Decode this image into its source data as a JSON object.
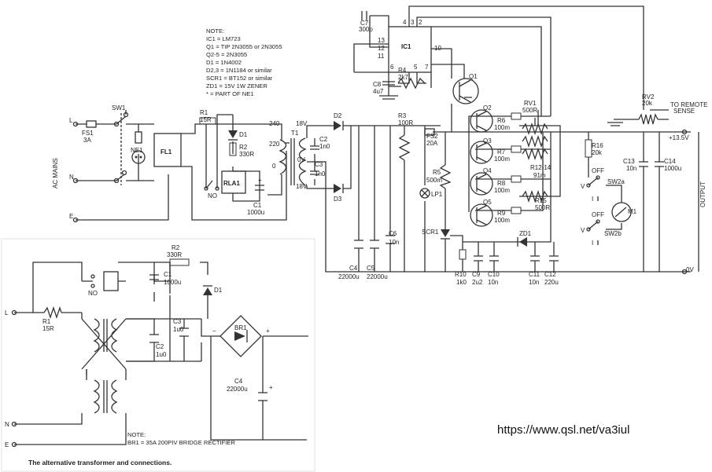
{
  "note_main": {
    "title": "NOTE:",
    "lines": [
      "IC1 = LM723",
      "Q1 = TIP 2N3055 or 2N3055",
      "Q2-5 = 2N3055",
      "D1 = 1N4002",
      "D2,3 = 1N1184 or similar",
      "SCR1 = BT152 or similar",
      "ZD1 = 15V 1W ZENER",
      "* = PART OF NE1"
    ]
  },
  "note_alt": {
    "title": "NOTE:",
    "line": "BR1 = 35A 200PIV BRIDGE RECTIFIER"
  },
  "caption": "The alternative transformer and connections.",
  "url": "https://www.qsl.net/va3iul",
  "labels": {
    "ac_mains": "AC MAINS",
    "output": "OUTPUT",
    "to_remote_sense_1": "TO REMOTE",
    "to_remote_sense_2": "SENSE",
    "plus_13v5": "+13.5V",
    "zero_v": "0V",
    "zero_v_t1": "0V",
    "v240": "240",
    "v18_top": "18V",
    "v18_bot": "18V",
    "v220": "220",
    "t_0": "0",
    "L_main": "L",
    "N_main": "N",
    "E_main": "E",
    "L_alt": "L",
    "N_alt": "N",
    "E_alt": "E",
    "no_main": "NO",
    "no_alt": "NO",
    "off_a": "OFF",
    "off_b": "OFF",
    "v_a": "V",
    "i_a": "I",
    "v_b": "V",
    "i_b": "I",
    "plus_br": "+",
    "minus_br": "−"
  },
  "components": {
    "fs1": [
      "FS1",
      "3A"
    ],
    "sw1": [
      "SW1"
    ],
    "ne1": [
      "NE1"
    ],
    "fl1": [
      "FL1"
    ],
    "r1": [
      "R1",
      "15R"
    ],
    "d1": [
      "D1"
    ],
    "r2": [
      "R2",
      "330R"
    ],
    "rla1": [
      "RLA1"
    ],
    "c1": [
      "C1",
      "1000u"
    ],
    "t1": [
      "T1"
    ],
    "c2": [
      "C2",
      "1n0"
    ],
    "c3": [
      "C3",
      "1n0"
    ],
    "d2": [
      "D2"
    ],
    "d3": [
      "D3"
    ],
    "c4": [
      "C4",
      "22000u"
    ],
    "c5": [
      "C5",
      "22000u"
    ],
    "c6": [
      "C6",
      "10n"
    ],
    "r3": [
      "R3",
      "100R"
    ],
    "fs2": [
      "FS2",
      "20A"
    ],
    "r5": [
      "R5",
      "500m"
    ],
    "lp1": [
      "LP1"
    ],
    "scr1": [
      "SCR1"
    ],
    "r10": [
      "R10",
      "1k0"
    ],
    "c9": [
      "C9",
      "2u2"
    ],
    "c10": [
      "C10",
      "10n"
    ],
    "zd1": [
      "ZD1"
    ],
    "c11": [
      "C11",
      "10n"
    ],
    "c12": [
      "C12",
      "220u"
    ],
    "c7": [
      "C7",
      "300p"
    ],
    "ic1": [
      "IC1"
    ],
    "c8": [
      "C8",
      "4u7"
    ],
    "r4": [
      "R4",
      "2k7"
    ],
    "q1": [
      "Q1"
    ],
    "q2": [
      "Q2"
    ],
    "q3": [
      "Q3"
    ],
    "q4": [
      "Q4"
    ],
    "q5": [
      "Q5"
    ],
    "r6": [
      "R6",
      "100m"
    ],
    "r7": [
      "R7",
      "100m"
    ],
    "r8": [
      "R8",
      "100m"
    ],
    "r9": [
      "R9",
      "100m"
    ],
    "rv1": [
      "RV1",
      "500R"
    ],
    "r1214": [
      "R12-14",
      "91m"
    ],
    "r15": [
      "R15",
      "500R"
    ],
    "r16": [
      "R16",
      "20k"
    ],
    "rv2": [
      "RV2",
      "20k"
    ],
    "c13": [
      "C13",
      "10n"
    ],
    "c14": [
      "C14",
      "1000u"
    ],
    "sw2a": [
      "SW2a"
    ],
    "sw2b": [
      "SW2b"
    ],
    "m1": [
      "M1"
    ],
    "alt_r1": [
      "R1",
      "15R"
    ],
    "alt_r2": [
      "R2",
      "330R"
    ],
    "alt_c1": [
      "C1",
      "1000u"
    ],
    "alt_d1": [
      "D1"
    ],
    "alt_c2": [
      "C2",
      "1u0"
    ],
    "alt_c3": [
      "C3",
      "1u0"
    ],
    "alt_br1": [
      "BR1"
    ],
    "alt_c4": [
      "C4",
      "22000u"
    ]
  },
  "ic_pins": [
    "4",
    "3",
    "2",
    "13",
    "12",
    "11",
    "10",
    "6",
    "5",
    "7"
  ]
}
